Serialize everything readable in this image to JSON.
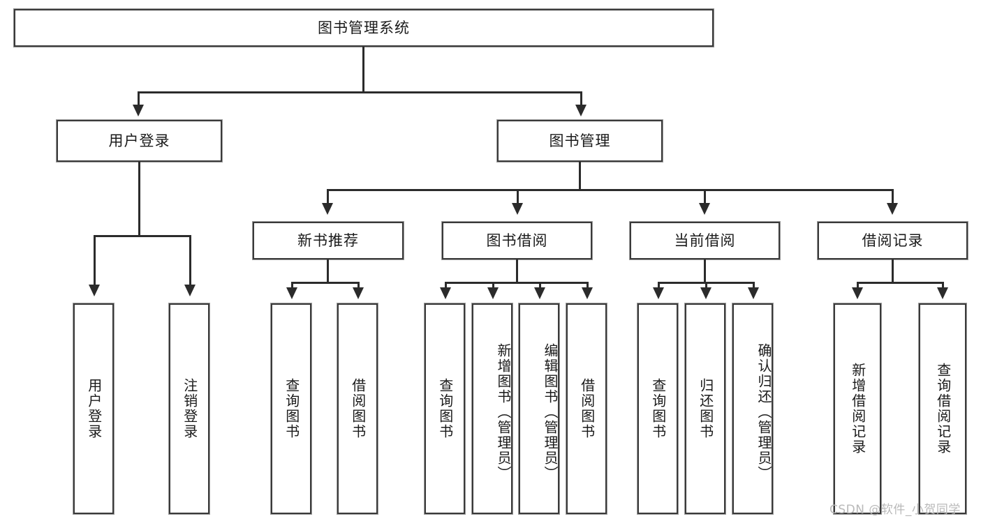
{
  "diagram": {
    "kind": "tree",
    "title": "图书管理系统",
    "watermark": "CSDN @软件_小贺同学",
    "root": {
      "label": "图书管理系统"
    },
    "level1": [
      {
        "id": "user-login",
        "label": "用户登录"
      },
      {
        "id": "book-manage",
        "label": "图书管理"
      }
    ],
    "level2": [
      {
        "id": "new-book-recommend",
        "label": "新书推荐",
        "parent": "book-manage"
      },
      {
        "id": "book-borrow",
        "label": "图书借阅",
        "parent": "book-manage"
      },
      {
        "id": "current-borrow",
        "label": "当前借阅",
        "parent": "book-manage"
      },
      {
        "id": "borrow-record",
        "label": "借阅记录",
        "parent": "book-manage"
      }
    ],
    "leaves": {
      "user-login": [
        {
          "id": "leaf-user-login",
          "label": "用户登录"
        },
        {
          "id": "leaf-logout",
          "label": "注销登录"
        }
      ],
      "new-book-recommend": [
        {
          "id": "leaf-query-book-1",
          "label": "查询图书"
        },
        {
          "id": "leaf-borrow-book-1",
          "label": "借阅图书"
        }
      ],
      "book-borrow": [
        {
          "id": "leaf-query-book-2",
          "label": "查询图书"
        },
        {
          "id": "leaf-add-book",
          "label": "新增图书（管理员）"
        },
        {
          "id": "leaf-edit-book",
          "label": "编辑图书（管理员）"
        },
        {
          "id": "leaf-borrow-book-2",
          "label": "借阅图书"
        }
      ],
      "current-borrow": [
        {
          "id": "leaf-query-book-3",
          "label": "查询图书"
        },
        {
          "id": "leaf-return-book",
          "label": "归还图书"
        },
        {
          "id": "leaf-confirm-return",
          "label": "确认归还（管理员）"
        }
      ],
      "borrow-record": [
        {
          "id": "leaf-add-record",
          "label": "新增借阅记录"
        },
        {
          "id": "leaf-query-record",
          "label": "查询借阅记录"
        }
      ]
    },
    "colors": {
      "stroke": "#2b2b2b",
      "box_border": "#3a3a3a",
      "background": "#ffffff",
      "text": "#1a1a1a",
      "watermark": "#b9b9b9"
    }
  }
}
